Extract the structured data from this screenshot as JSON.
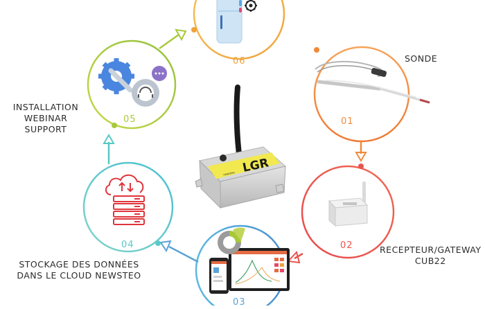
{
  "steps": [
    {
      "number": "01",
      "label_lines": [
        "SONDE"
      ],
      "color": "#ef8a3a"
    },
    {
      "number": "02",
      "label_lines": [
        "RECEPTEUR/GATEWAY",
        "CUB22"
      ],
      "color": "#e8544f"
    },
    {
      "number": "03",
      "label_lines": [],
      "color": "#5aa3d6"
    },
    {
      "number": "04",
      "label_lines": [
        "STOCKAGE DES DONNÉES",
        "DANS LE CLOUD NEWSTEO"
      ],
      "color": "#57c9c6"
    },
    {
      "number": "05",
      "label_lines": [
        "INSTALLATION",
        "WEBINAR",
        "SUPPORT"
      ],
      "color": "#a8c83a"
    },
    {
      "number": "06",
      "label_lines": [],
      "color": "#f3b04a"
    }
  ],
  "center_device": {
    "label": "LGR",
    "subtext": "newsteo"
  },
  "icons": {
    "probe": "temperature-probe-image",
    "gateway": "gateway-box-image",
    "laptop": "laptop-dashboard-image",
    "cloud": "cloud-server-icon",
    "support": "gear-wrench-support-icon",
    "fridge": "fridge-settings-icon"
  }
}
